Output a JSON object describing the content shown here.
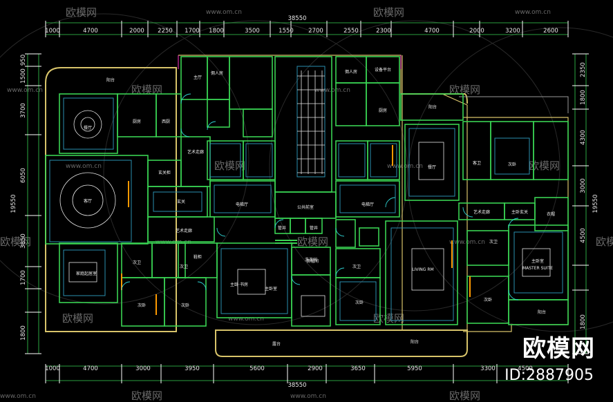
{
  "plan": {
    "dims_top": [
      "1000",
      "4700",
      "2000",
      "2250",
      "1700",
      "1800",
      "3500",
      "1550",
      "2700",
      "2550",
      "2300",
      "4700",
      "2000",
      "3200",
      "2600"
    ],
    "dims_bottom": [
      "1000",
      "4700",
      "3000",
      "3950",
      "5600",
      "2900",
      "3650",
      "5950",
      "3300",
      "4500"
    ],
    "dim_total_top": "38550",
    "dim_total_bottom": "38550",
    "dims_left": [
      "950",
      "1500",
      "3700",
      "6050",
      "3850",
      "1700",
      "1800"
    ],
    "dims_left_total": "19550",
    "dims_right": [
      "2350",
      "1800",
      "4300",
      "3000",
      "4500",
      "1800"
    ],
    "dims_right_total": "19550"
  },
  "rooms": {
    "balcony_nw": "阳台",
    "dining_w": "餐厅",
    "kitchen_w": "厨房",
    "pantry": "西厨",
    "art_corridor_n": "艺术走廊",
    "entry_cabinet": "玄关柜",
    "living_w": "客厅",
    "foyer_w": "玄关",
    "art_corridor_s": "艺术走廊",
    "family_room": "家庭起居室",
    "bath_s1": "次卫",
    "bath_s2": "次卫",
    "bed_s1": "次卧",
    "bed_s2": "次卧",
    "hall": "主厅",
    "elevator_w": "电梯厅",
    "elevator_e": "电梯厅",
    "public_lobby": "公共前室",
    "master_w": "主卧室",
    "master_w2": "主卧·书房",
    "closet_w": "衣帽间",
    "shoe_w": "鞋柜",
    "shaft": "管井",
    "bath_n1": "佣人房",
    "bath_n2": "佣人房",
    "service_platform": "设备平台",
    "kitchen_e": "厨房",
    "balcony_ne": "阳台",
    "dining_e": "餐厅",
    "living_e": "LIVING RM",
    "guest_bath": "客卫",
    "art_corridor_e": "艺术走廊",
    "foyer_e": "主卧玄关",
    "closet_e": "衣帽",
    "master_e": "主卧室",
    "master_e_en": "MASTER SUITE",
    "bed_ne": "次卧",
    "bed_se": "次卧",
    "bath_se": "次卫",
    "balcony_se": "阳台",
    "bed_mid": "次卧",
    "bath_mid": "次卫",
    "terrace_s1": "露台",
    "terrace_s2": "阳台",
    "laundry": "洗衣间"
  },
  "watermark": {
    "site": "www.om.cn",
    "brand": "欧模网",
    "id_text": "ID:2887905"
  }
}
